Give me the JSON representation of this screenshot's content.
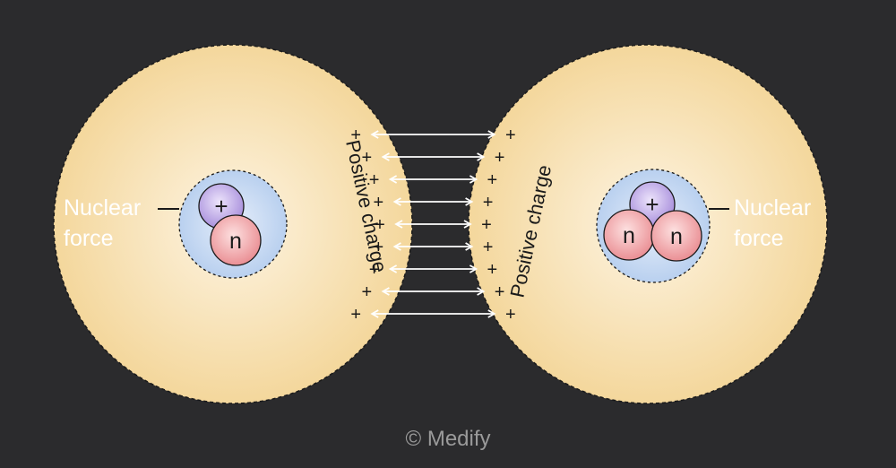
{
  "colors": {
    "background": "#2b2b2d",
    "atom_fill_center": "#fbeed3",
    "atom_fill_edge": "#f4d9a0",
    "nucleus_fill": "#cfe0f4",
    "proton_fill": "#c8b8ea",
    "neutron_fill": "#f4adb0",
    "arrow_color": "#ffffff"
  },
  "left_atom": {
    "label_line1": "Nuclear",
    "label_line2": "force",
    "proton_symbol": "+",
    "neutron_symbol": "n",
    "charge_label": "Positive charge",
    "charge_symbol": "+"
  },
  "right_atom": {
    "label_line1": "Nuclear",
    "label_line2": "force",
    "proton_symbol": "+",
    "neutron_symbol": "n",
    "charge_label": "Positive charge",
    "charge_symbol": "+"
  },
  "repulsion": {
    "arrow_count": 9
  },
  "copyright": "© Medify"
}
